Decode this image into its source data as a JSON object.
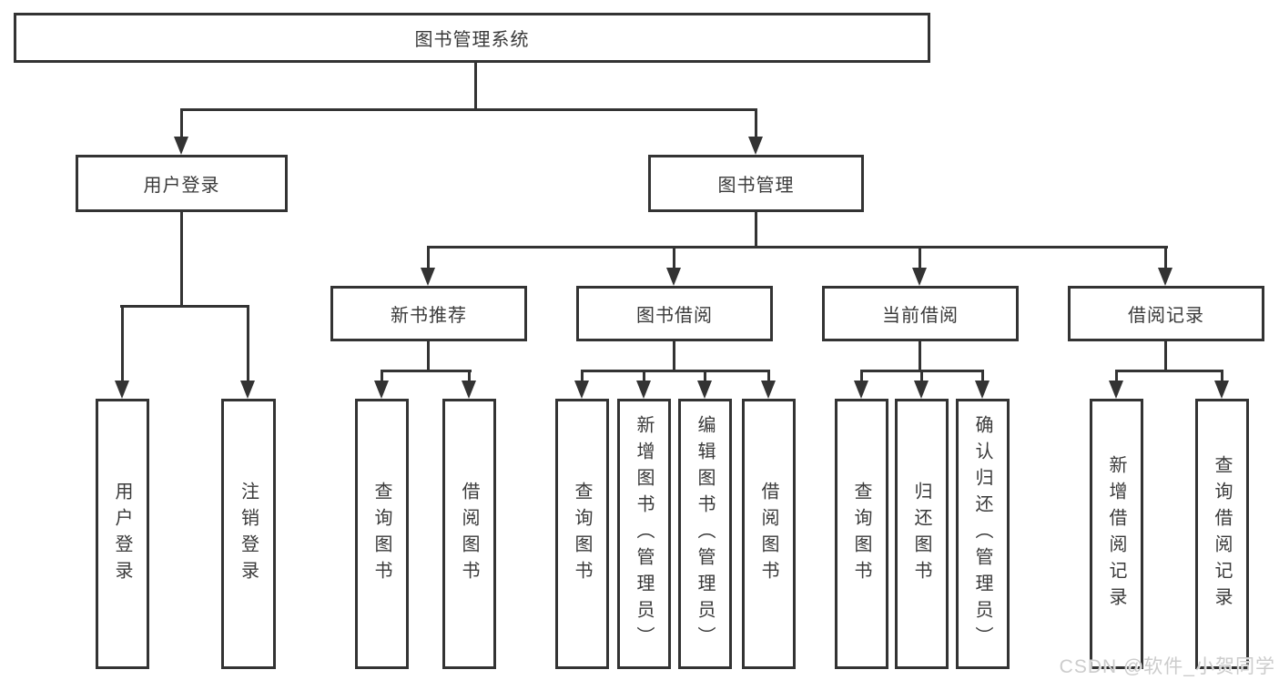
{
  "tree": {
    "root": "图书管理系统",
    "branches": [
      {
        "label": "用户登录",
        "leaves": [
          "用户登录",
          "注销登录"
        ]
      },
      {
        "label": "图书管理",
        "groups": [
          {
            "label": "新书推荐",
            "leaves": [
              "查询图书",
              "借阅图书"
            ]
          },
          {
            "label": "图书借阅",
            "leaves": [
              "查询图书",
              "新增图书（管理员）",
              "编辑图书（管理员）",
              "借阅图书"
            ]
          },
          {
            "label": "当前借阅",
            "leaves": [
              "查询图书",
              "归还图书",
              "确认归还（管理员）"
            ]
          },
          {
            "label": "借阅记录",
            "leaves": [
              "新增借阅记录",
              "查询借阅记录"
            ]
          }
        ]
      }
    ]
  },
  "watermark": "CSDN @软件_小贺同学",
  "colors": {
    "line": "#333333",
    "text": "#3a3a3a",
    "watermark": "#cccccc",
    "background": "#ffffff"
  }
}
